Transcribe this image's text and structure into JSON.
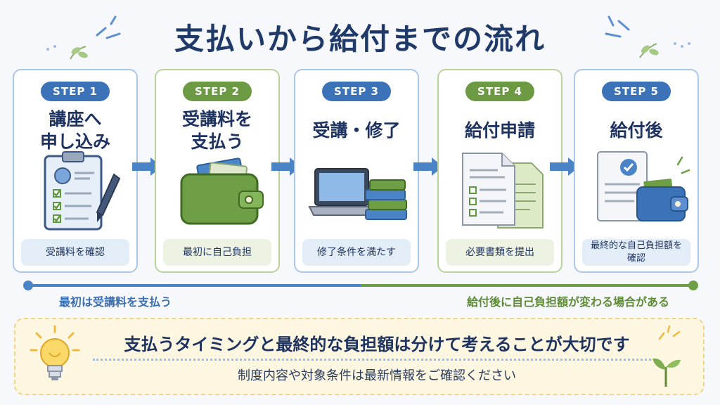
{
  "title": "支払いから給付までの流れ",
  "steps": [
    {
      "badge": "STEP 1",
      "title_line1": "講座へ",
      "title_line2": "申し込み",
      "caption": "受講料を確認",
      "theme": "blue",
      "icon": "clipboard-checklist-icon"
    },
    {
      "badge": "STEP 2",
      "title_line1": "受講料を",
      "title_line2": "支払う",
      "caption": "最初に自己負担",
      "theme": "green",
      "icon": "wallet-icon"
    },
    {
      "badge": "STEP 3",
      "title_line1": "受講・修了",
      "caption": "修了条件を満たす",
      "theme": "blue",
      "icon": "laptop-books-icon"
    },
    {
      "badge": "STEP 4",
      "title_line1": "給付申請",
      "caption": "必要書類を提出",
      "theme": "green",
      "icon": "documents-icon"
    },
    {
      "badge": "STEP 5",
      "title_line1": "給付後",
      "caption_line1": "最終的な自己負担額を",
      "caption_line2": "確認",
      "theme": "blue",
      "icon": "document-wallet-icon"
    }
  ],
  "timeline": {
    "left_label": "最初は受講料を支払う",
    "right_label": "給付後に自己負担額が変わる場合がある"
  },
  "note": {
    "main": "支払うタイミングと最終的な負担額は分けて考えることが大切です",
    "sub": "制度内容や対象条件は最新情報をご確認ください"
  },
  "colors": {
    "blue": "#3c73b8",
    "green": "#6b9a42",
    "title": "#1f3a68",
    "note_bg": "#fdf7e1"
  }
}
